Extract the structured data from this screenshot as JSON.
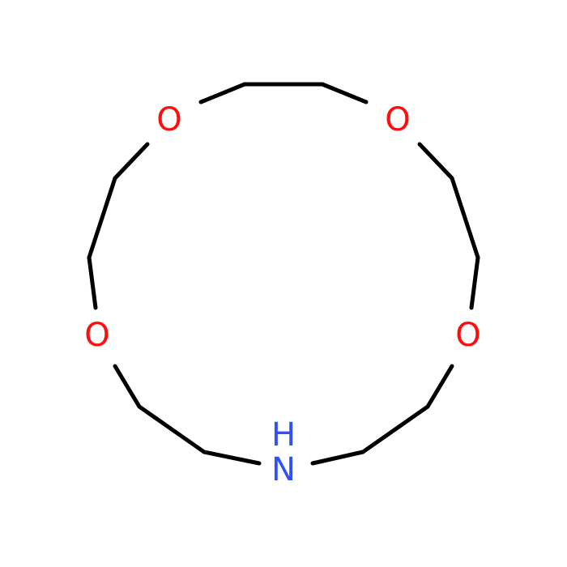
{
  "molecule": {
    "colors": {
      "bond": "#000000",
      "oxygen": "#ff0d0d",
      "nitrogen": "#3050f8",
      "background": "#ffffff"
    },
    "atoms": [
      {
        "id": "o1",
        "element": "O",
        "label": "O"
      },
      {
        "id": "o2",
        "element": "O",
        "label": "O"
      },
      {
        "id": "o3",
        "element": "O",
        "label": "O"
      },
      {
        "id": "o4",
        "element": "O",
        "label": "O"
      },
      {
        "id": "n1",
        "element": "N",
        "label": "N",
        "h_label": "H"
      }
    ]
  }
}
